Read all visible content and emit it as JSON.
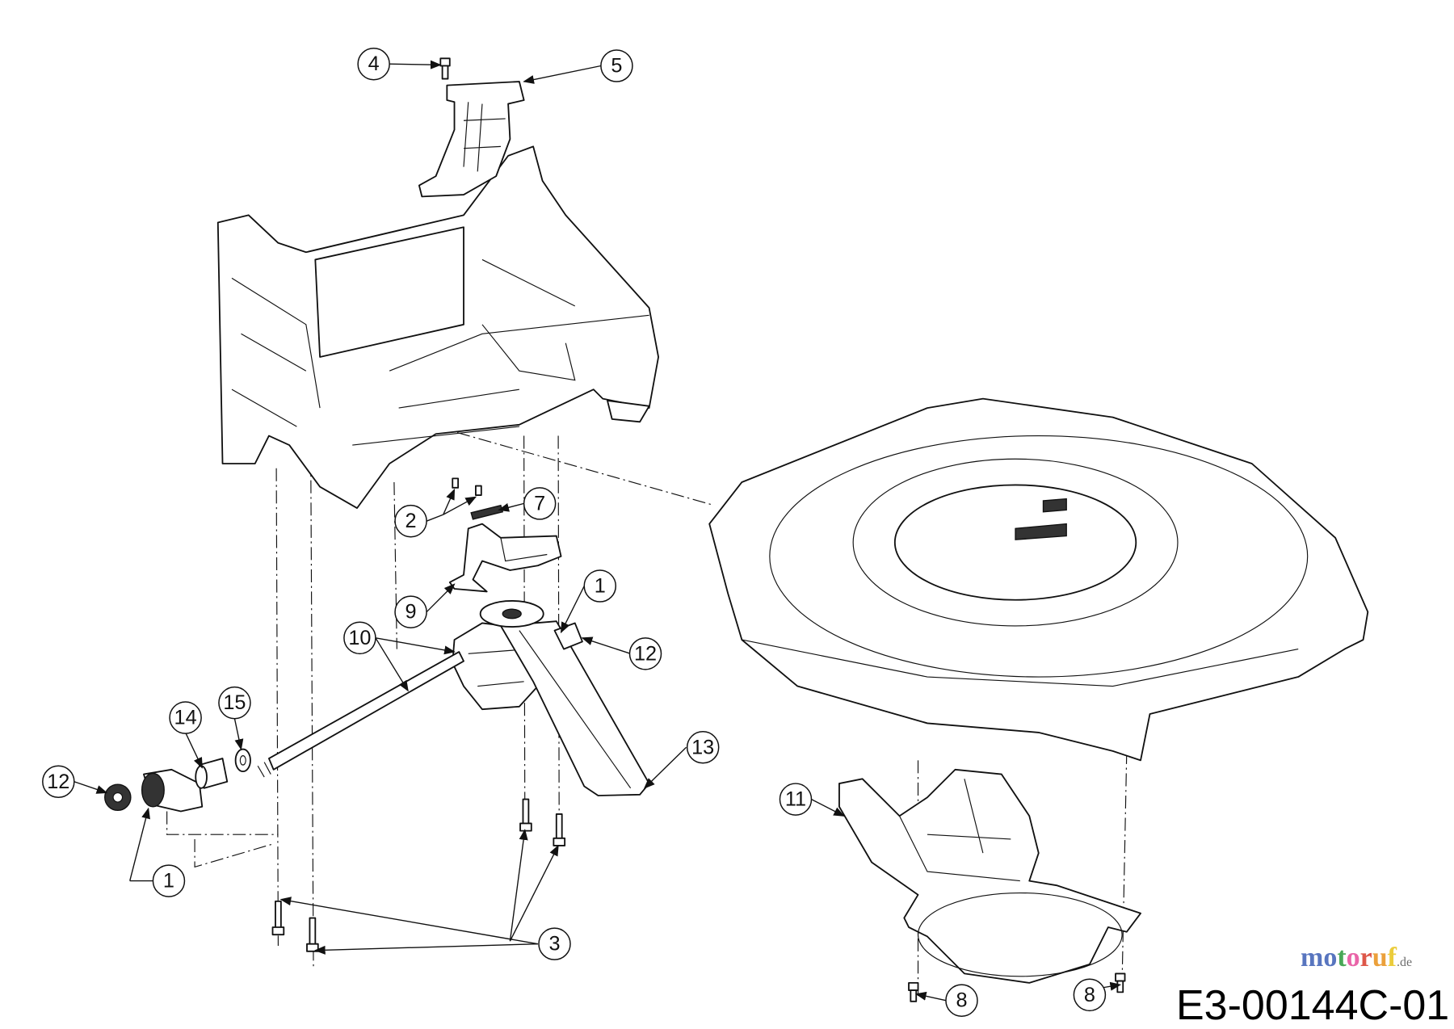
{
  "diagram": {
    "drawing_code": "E3-00144C-01",
    "watermark": {
      "text_parts": [
        "m",
        "o",
        "t",
        "o",
        "r",
        "u",
        "f"
      ],
      "suffix": ".de",
      "colors": [
        "#3b5db5",
        "#3b5db5",
        "#2a9a3a",
        "#e64a9a",
        "#d83a2a",
        "#e8901a",
        "#e8c41a"
      ]
    },
    "callouts": [
      {
        "label": "4"
      },
      {
        "label": "5"
      },
      {
        "label": "2"
      },
      {
        "label": "7"
      },
      {
        "label": "1"
      },
      {
        "label": "9"
      },
      {
        "label": "10"
      },
      {
        "label": "12"
      },
      {
        "label": "14"
      },
      {
        "label": "15"
      },
      {
        "label": "13"
      },
      {
        "label": "12"
      },
      {
        "label": "1"
      },
      {
        "label": "3"
      },
      {
        "label": "11"
      },
      {
        "label": "8"
      },
      {
        "label": "8"
      }
    ]
  }
}
